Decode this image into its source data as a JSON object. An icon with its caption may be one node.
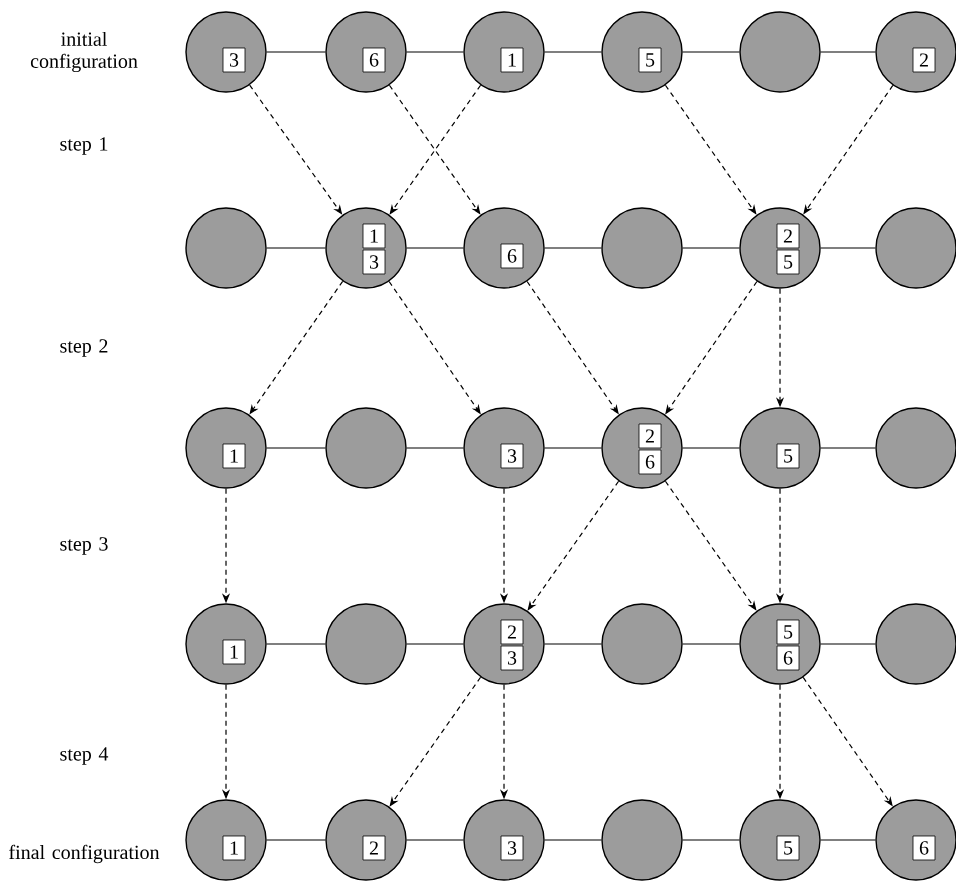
{
  "diagram": {
    "nodes": [
      {
        "text": [
          "3"
        ]
      },
      {
        "text": [
          "6"
        ]
      },
      {
        "text": [
          "1"
        ]
      },
      {
        "text": [
          "5"
        ]
      },
      {
        "text": [],
        "shape": "circle"
      },
      {
        "text": [
          "2"
        ]
      },
      {
        "text": [],
        "shape": "circle"
      },
      {
        "text": [
          "1",
          "3"
        ]
      },
      {
        "text": [
          "6"
        ]
      },
      {
        "text": [],
        "shape": "circle"
      },
      {
        "text": [
          "2",
          "5"
        ]
      },
      {
        "text": [],
        "shape": "circle"
      },
      {
        "text": [
          "1"
        ]
      },
      {
        "text": [],
        "shape": "circle"
      },
      {
        "text": [
          "3"
        ]
      },
      {
        "text": [
          "2",
          "6"
        ]
      },
      {
        "text": [
          "5"
        ]
      },
      {
        "text": [],
        "shape": "circle"
      },
      {
        "text": [
          "1"
        ]
      },
      {
        "text": [],
        "shape": "circle"
      },
      {
        "text": [
          "2",
          "3"
        ]
      },
      {
        "text": [],
        "shape": "circle"
      },
      {
        "text": [
          "5",
          "6"
        ]
      },
      {
        "text": [],
        "shape": "circle"
      },
      {
        "text": [
          "1"
        ]
      },
      {
        "text": [
          "2"
        ]
      },
      {
        "text": [
          "3"
        ]
      },
      {
        "text": [],
        "shape": "circle"
      },
      {
        "text": [
          "5"
        ]
      },
      {
        "text": [
          "6"
        ]
      }
    ],
    "edges": [
      {
        "from": 0,
        "to": 1,
        "arrow": "none"
      },
      {
        "from": 1,
        "to": 2,
        "arrow": "none"
      },
      {
        "from": 2,
        "to": 3,
        "arrow": "none"
      },
      {
        "from": 3,
        "to": 4,
        "arrow": "none"
      },
      {
        "from": 4,
        "to": 5,
        "arrow": "none"
      },
      {
        "from": 0,
        "to": 7,
        "arrow": "to",
        "style": "dashed"
      },
      {
        "from": 1,
        "to": 8,
        "arrow": "to",
        "style": "dashed"
      },
      {
        "from": 2,
        "to": 7,
        "arrow": "to",
        "style": "dashed"
      },
      {
        "from": 3,
        "to": 10,
        "arrow": "to",
        "style": "dashed"
      },
      {
        "from": 5,
        "to": 10,
        "arrow": "to",
        "style": "dashed"
      },
      {
        "from": 6,
        "to": 7,
        "arrow": "none"
      },
      {
        "from": 7,
        "to": 8,
        "arrow": "none"
      },
      {
        "from": 8,
        "to": 9,
        "arrow": "none"
      },
      {
        "from": 9,
        "to": 10,
        "arrow": "none"
      },
      {
        "from": 10,
        "to": 11,
        "arrow": "none"
      },
      {
        "from": 7,
        "to": 12,
        "arrow": "to",
        "style": "dashed"
      },
      {
        "from": 7,
        "to": 14,
        "arrow": "to",
        "style": "dashed"
      },
      {
        "from": 8,
        "to": 15,
        "arrow": "to",
        "style": "dashed"
      },
      {
        "from": 10,
        "to": 15,
        "arrow": "to",
        "style": "dashed"
      },
      {
        "from": 10,
        "to": 16,
        "arrow": "to",
        "style": "dashed"
      },
      {
        "from": 12,
        "to": 13,
        "arrow": "none"
      },
      {
        "from": 13,
        "to": 14,
        "arrow": "none"
      },
      {
        "from": 14,
        "to": 15,
        "arrow": "none"
      },
      {
        "from": 15,
        "to": 16,
        "arrow": "none"
      },
      {
        "from": 16,
        "to": 17,
        "arrow": "none"
      },
      {
        "from": 12,
        "to": 18,
        "arrow": "to",
        "style": "dashed"
      },
      {
        "from": 14,
        "to": 20,
        "arrow": "to",
        "style": "dashed"
      },
      {
        "from": 15,
        "to": 20,
        "arrow": "to",
        "style": "dashed"
      },
      {
        "from": 15,
        "to": 22,
        "arrow": "to",
        "style": "dashed"
      },
      {
        "from": 16,
        "to": 22,
        "arrow": "to",
        "style": "dashed"
      },
      {
        "from": 18,
        "to": 19,
        "arrow": "none"
      },
      {
        "from": 19,
        "to": 20,
        "arrow": "none"
      },
      {
        "from": 20,
        "to": 21,
        "arrow": "none"
      },
      {
        "from": 21,
        "to": 22,
        "arrow": "none"
      },
      {
        "from": 22,
        "to": 23,
        "arrow": "none"
      },
      {
        "from": 18,
        "to": 24,
        "arrow": "to",
        "style": "dashed"
      },
      {
        "from": 20,
        "to": 25,
        "arrow": "to",
        "style": "dashed"
      },
      {
        "from": 20,
        "to": 26,
        "arrow": "to",
        "style": "dashed"
      },
      {
        "from": 22,
        "to": 28,
        "arrow": "to",
        "style": "dashed"
      },
      {
        "from": 22,
        "to": 29,
        "arrow": "to",
        "style": "dashed"
      },
      {
        "from": 24,
        "to": 25,
        "arrow": "none"
      },
      {
        "from": 25,
        "to": 26,
        "arrow": "none"
      },
      {
        "from": 26,
        "to": 27,
        "arrow": "none"
      },
      {
        "from": 27,
        "to": 28,
        "arrow": "none"
      },
      {
        "from": 28,
        "to": 29,
        "arrow": "none"
      }
    ],
    "labels": [
      "initial configuration",
      "step 1",
      "step 2",
      "step 3",
      "step 4",
      "final configuration"
    ]
  }
}
